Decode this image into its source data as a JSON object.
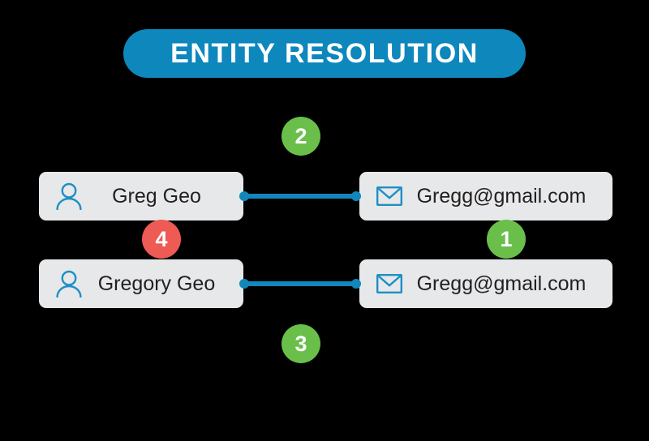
{
  "header": {
    "title": "ENTITY RESOLUTION",
    "pill_color": "#0d87bc"
  },
  "colors": {
    "background": "#000000",
    "box_fill": "#e7e8e9",
    "accent_blue": "#1187bd",
    "icon_blue": "#1e8fc6",
    "badge_green": "#6abf4b",
    "badge_red": "#ee5a54",
    "text_dark": "#221f20",
    "text_light": "#ffffff"
  },
  "rows": [
    {
      "name_label": "Greg Geo",
      "name_icon": "person-icon",
      "email_label": "Gregg@gmail.com",
      "email_icon": "envelope-icon"
    },
    {
      "name_label": "Gregory Geo",
      "name_icon": "person-icon",
      "email_label": "Gregg@gmail.com",
      "email_icon": "envelope-icon"
    }
  ],
  "badges": [
    {
      "label": "2",
      "color": "#6abf4b",
      "position": "top-center"
    },
    {
      "label": "1",
      "color": "#6abf4b",
      "position": "right-middle"
    },
    {
      "label": "4",
      "color": "#ee5a54",
      "position": "left-middle"
    },
    {
      "label": "3",
      "color": "#6abf4b",
      "position": "bottom-center"
    }
  ]
}
